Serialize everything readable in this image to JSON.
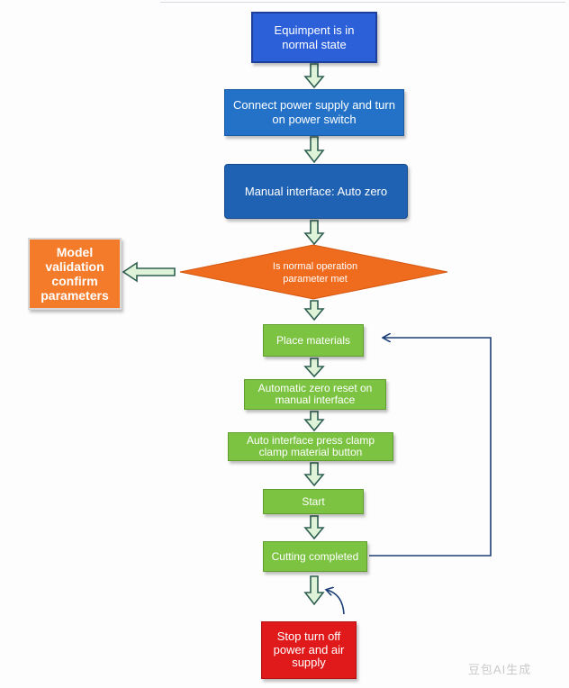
{
  "flowchart": {
    "step1": "Equimpent is in normal state",
    "step2": "Connect power supply and turn on power switch",
    "step3": "Manual interface: Auto zero",
    "decision": "Is normal operation parameter met",
    "side_box": "Model validation confirm parameters",
    "step4": "Place materials",
    "step5": "Automatic zero reset on manual interface",
    "step6": "Auto interface press clamp clamp  material button",
    "step7": "Start",
    "step8": "Cutting completed",
    "step9": "Stop turn off power and air supply"
  },
  "watermark": "豆包AI生成",
  "colors": {
    "blue_light": "#2b60d9",
    "blue_mid": "#2372c8",
    "blue_dark": "#1f62b4",
    "orange": "#f47b2a",
    "green": "#7cc342",
    "red": "#e0191b",
    "arrow_fill": "#dff3d8",
    "arrow_stroke": "#2f5f52",
    "loop_line": "#1d3f78"
  }
}
